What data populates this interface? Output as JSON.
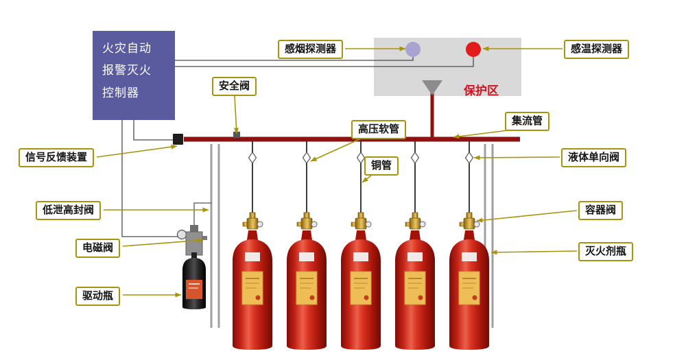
{
  "diagram": {
    "title_hint": "gas fire suppression system schematic",
    "controller": {
      "text": "火灾自动\n报警灭火\n控制器"
    },
    "zone_label": "保护区",
    "labels": [
      {
        "id": "smoke-detector",
        "text": "感烟探测器"
      },
      {
        "id": "temp-detector",
        "text": "感温探测器"
      },
      {
        "id": "safety-valve",
        "text": "安全阀"
      },
      {
        "id": "hp-hose",
        "text": "高压软管"
      },
      {
        "id": "manifold",
        "text": "集流管"
      },
      {
        "id": "signal-feedback",
        "text": "信号反馈装置"
      },
      {
        "id": "liquid-check-valve",
        "text": "液体单向阀"
      },
      {
        "id": "copper-pipe",
        "text": "铜管"
      },
      {
        "id": "low-leak-valve",
        "text": "低泄高封阀"
      },
      {
        "id": "container-valve",
        "text": "容器阀"
      },
      {
        "id": "solenoid-valve",
        "text": "电磁阀"
      },
      {
        "id": "agent-bottle",
        "text": "灭火剂瓶"
      },
      {
        "id": "drive-bottle",
        "text": "驱动瓶"
      }
    ],
    "colors": {
      "callout_border": "#a8930a",
      "controller_bg": "#5a5b9f",
      "zone_bg": "#d9d9d9",
      "zone_text": "#cf1322",
      "pipe_dark_red": "#8e1111",
      "cylinder_red": "#d32017",
      "smoke_detector_dot": "#a9a3d2",
      "temp_detector_dot": "#e21b1b",
      "brass_valve": "#caa23c"
    }
  }
}
